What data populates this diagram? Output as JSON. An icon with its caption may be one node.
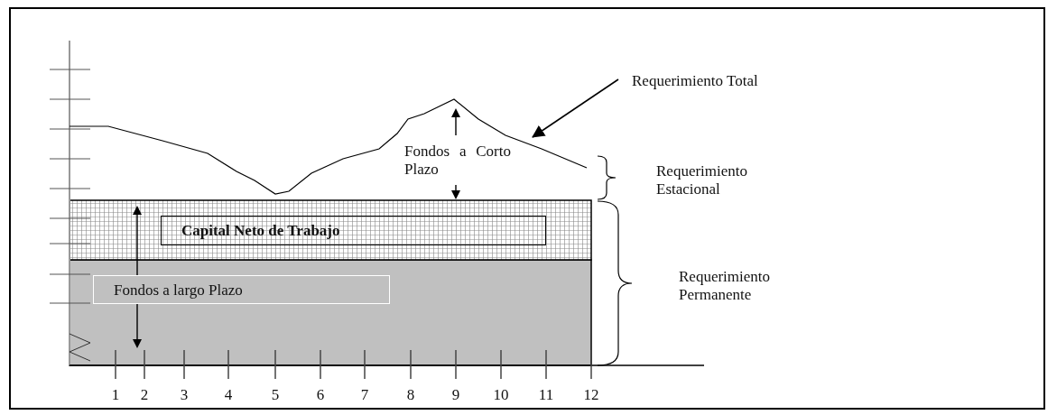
{
  "diagram": {
    "nodes": [
      {
        "text": [
          "Requerimiento Total"
        ]
      },
      {
        "text": [],
        "shape": "curve"
      },
      {
        "text": [
          "Capital Neto de Trabajo"
        ]
      },
      {
        "text": [
          "Fondos a largo Plazo"
        ]
      }
    ],
    "edges": [
      {
        "from": 0,
        "to": 1,
        "arrow": "to"
      }
    ],
    "labels": [
      "Fondos a Corto Plazo",
      "Requerimiento Estacional",
      "Requerimiento Permanente",
      "1",
      "2",
      "3",
      "4",
      "5",
      "6",
      "7",
      "8",
      "9",
      "10",
      "11",
      "12"
    ]
  }
}
